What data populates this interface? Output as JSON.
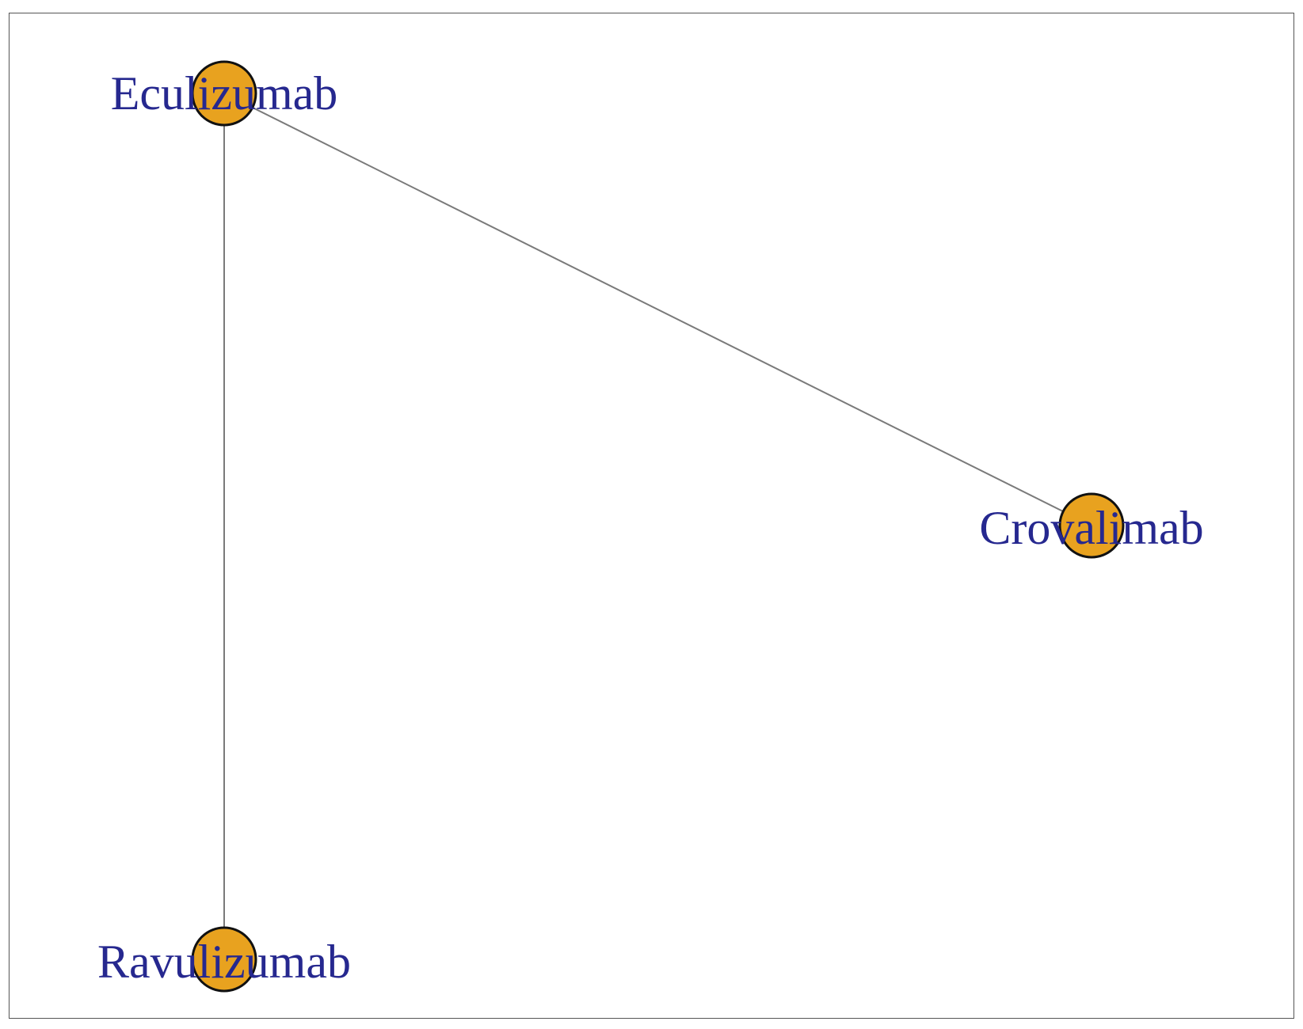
{
  "diagram": {
    "type": "network",
    "node_fill": "#E8A21F",
    "node_stroke": "#111111",
    "edge_color": "#7a7a7a",
    "label_color": "#26288F",
    "nodes": [
      {
        "id": "eculizumab",
        "label": "Eculizumab"
      },
      {
        "id": "crovalimab",
        "label": "Crovalimab"
      },
      {
        "id": "ravulizumab",
        "label": "Ravulizumab"
      }
    ],
    "edges": [
      {
        "from": "eculizumab",
        "to": "crovalimab"
      },
      {
        "from": "eculizumab",
        "to": "ravulizumab"
      }
    ]
  }
}
